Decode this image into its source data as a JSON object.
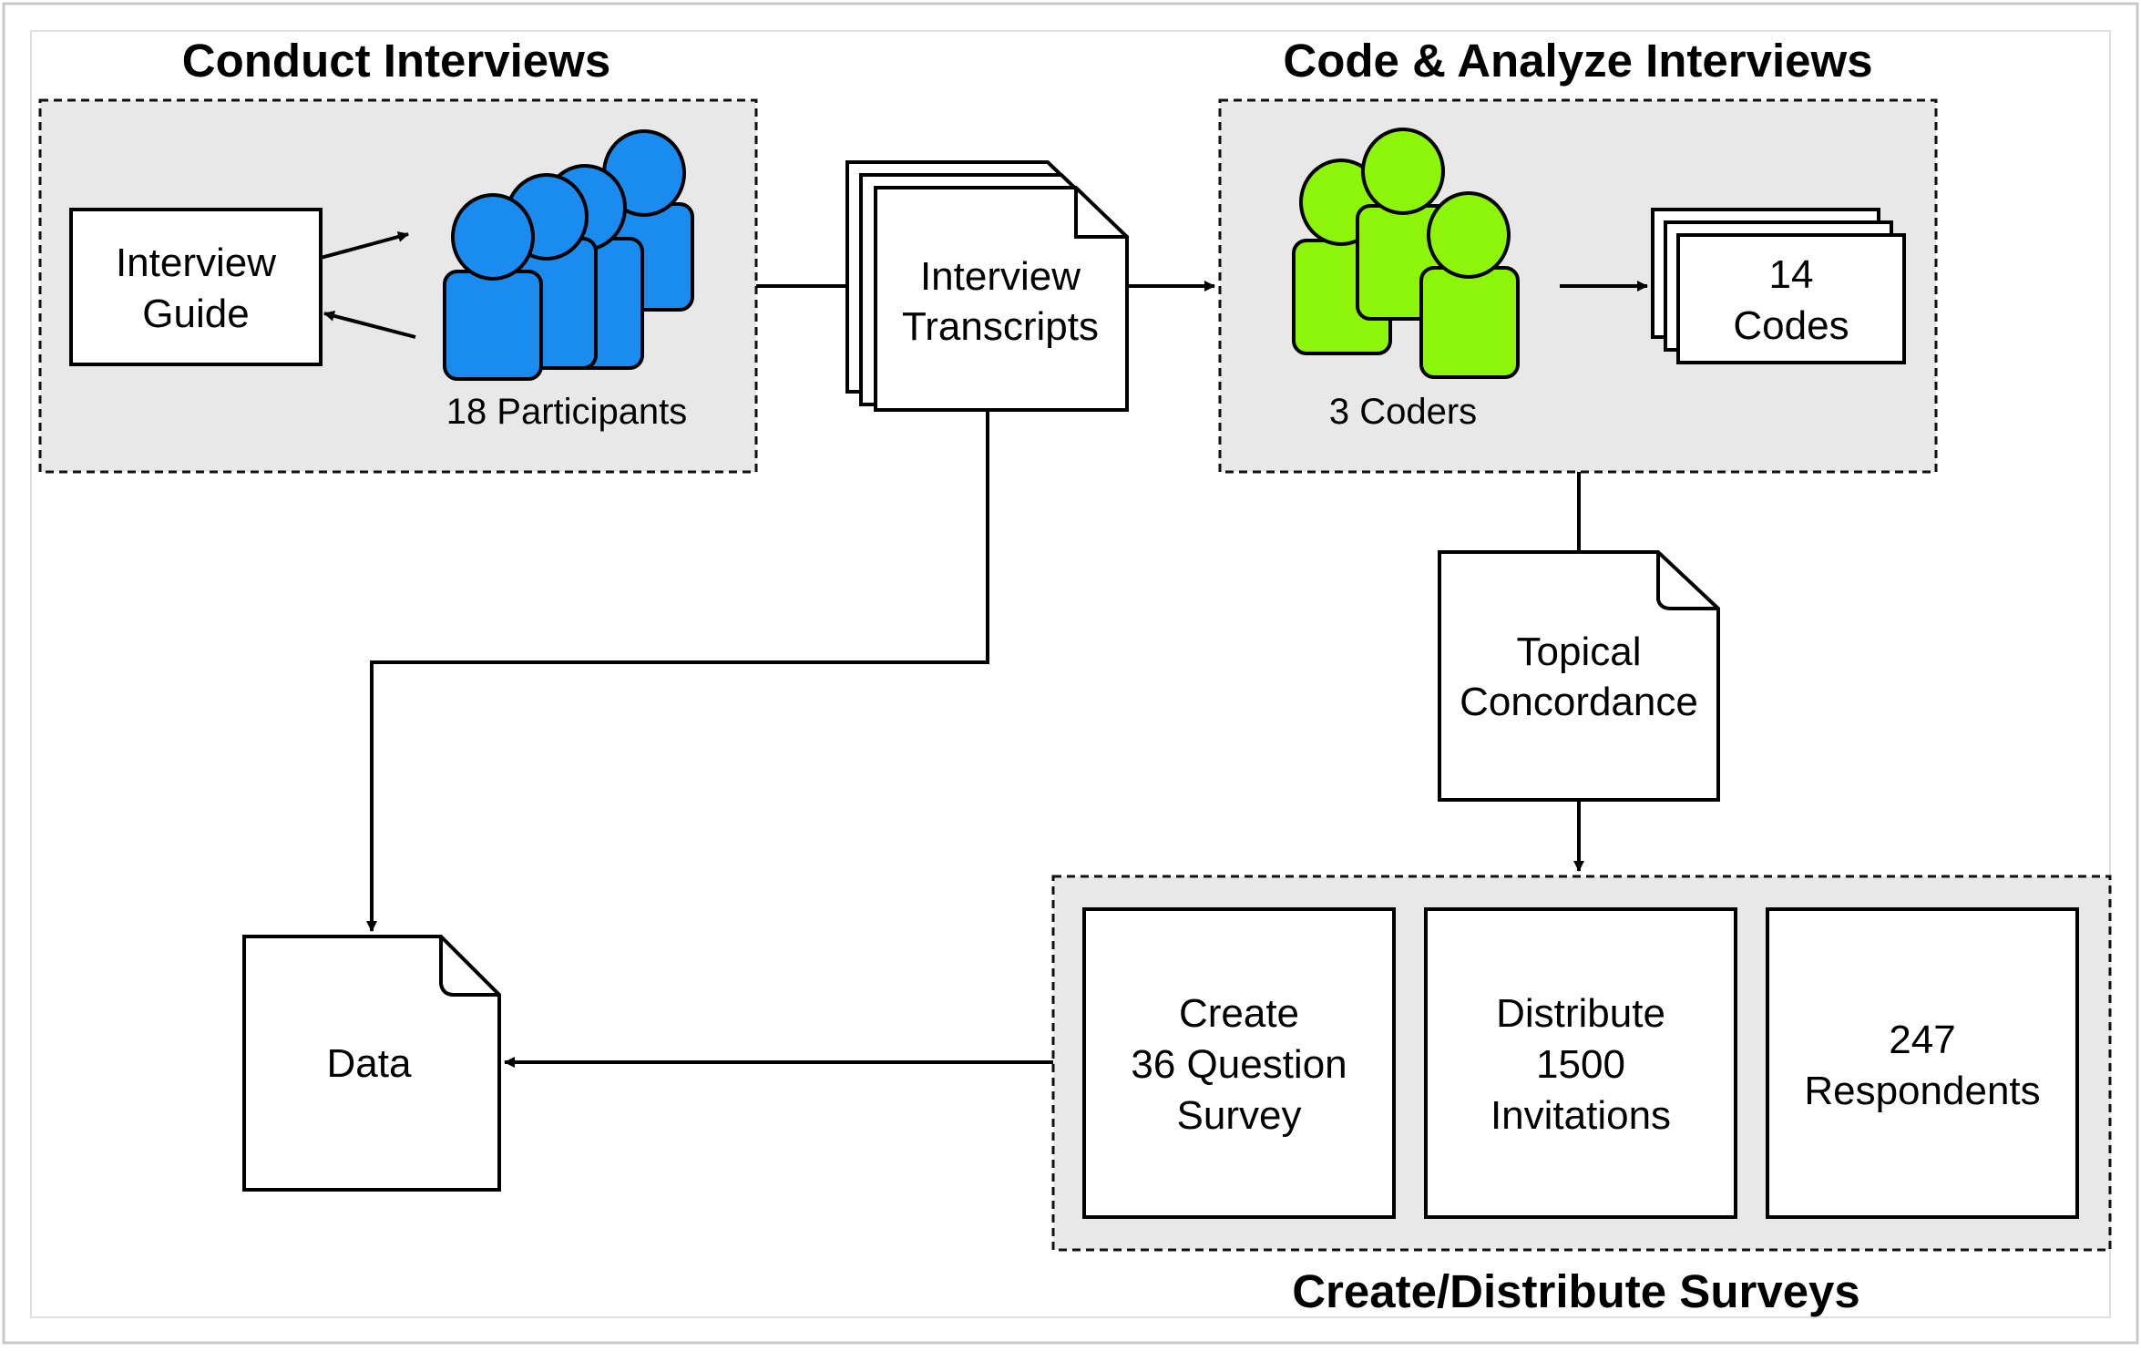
{
  "titles": {
    "conduct": "Conduct Interviews",
    "code": "Code & Analyze Interviews",
    "surveys": "Create/Distribute Surveys"
  },
  "nodes": {
    "interview_guide": [
      "Interview",
      "Guide"
    ],
    "participants": "18 Participants",
    "transcripts": [
      "Interview",
      "Transcripts"
    ],
    "coders": "3 Coders",
    "codes": [
      "14",
      "Codes"
    ],
    "concordance": [
      "Topical",
      "Concordance"
    ],
    "data": "Data",
    "create_survey": [
      "Create",
      "36 Question",
      "Survey"
    ],
    "distribute": [
      "Distribute",
      "1500",
      "Invitations"
    ],
    "respondents": [
      "247",
      "Respondents"
    ]
  },
  "colors": {
    "participants": "#1a8cf0",
    "coders": "#8cf50a",
    "panel_fill": "#e8e8e8"
  },
  "icons": {
    "participants": "people-group-icon",
    "coders": "people-group-icon"
  }
}
